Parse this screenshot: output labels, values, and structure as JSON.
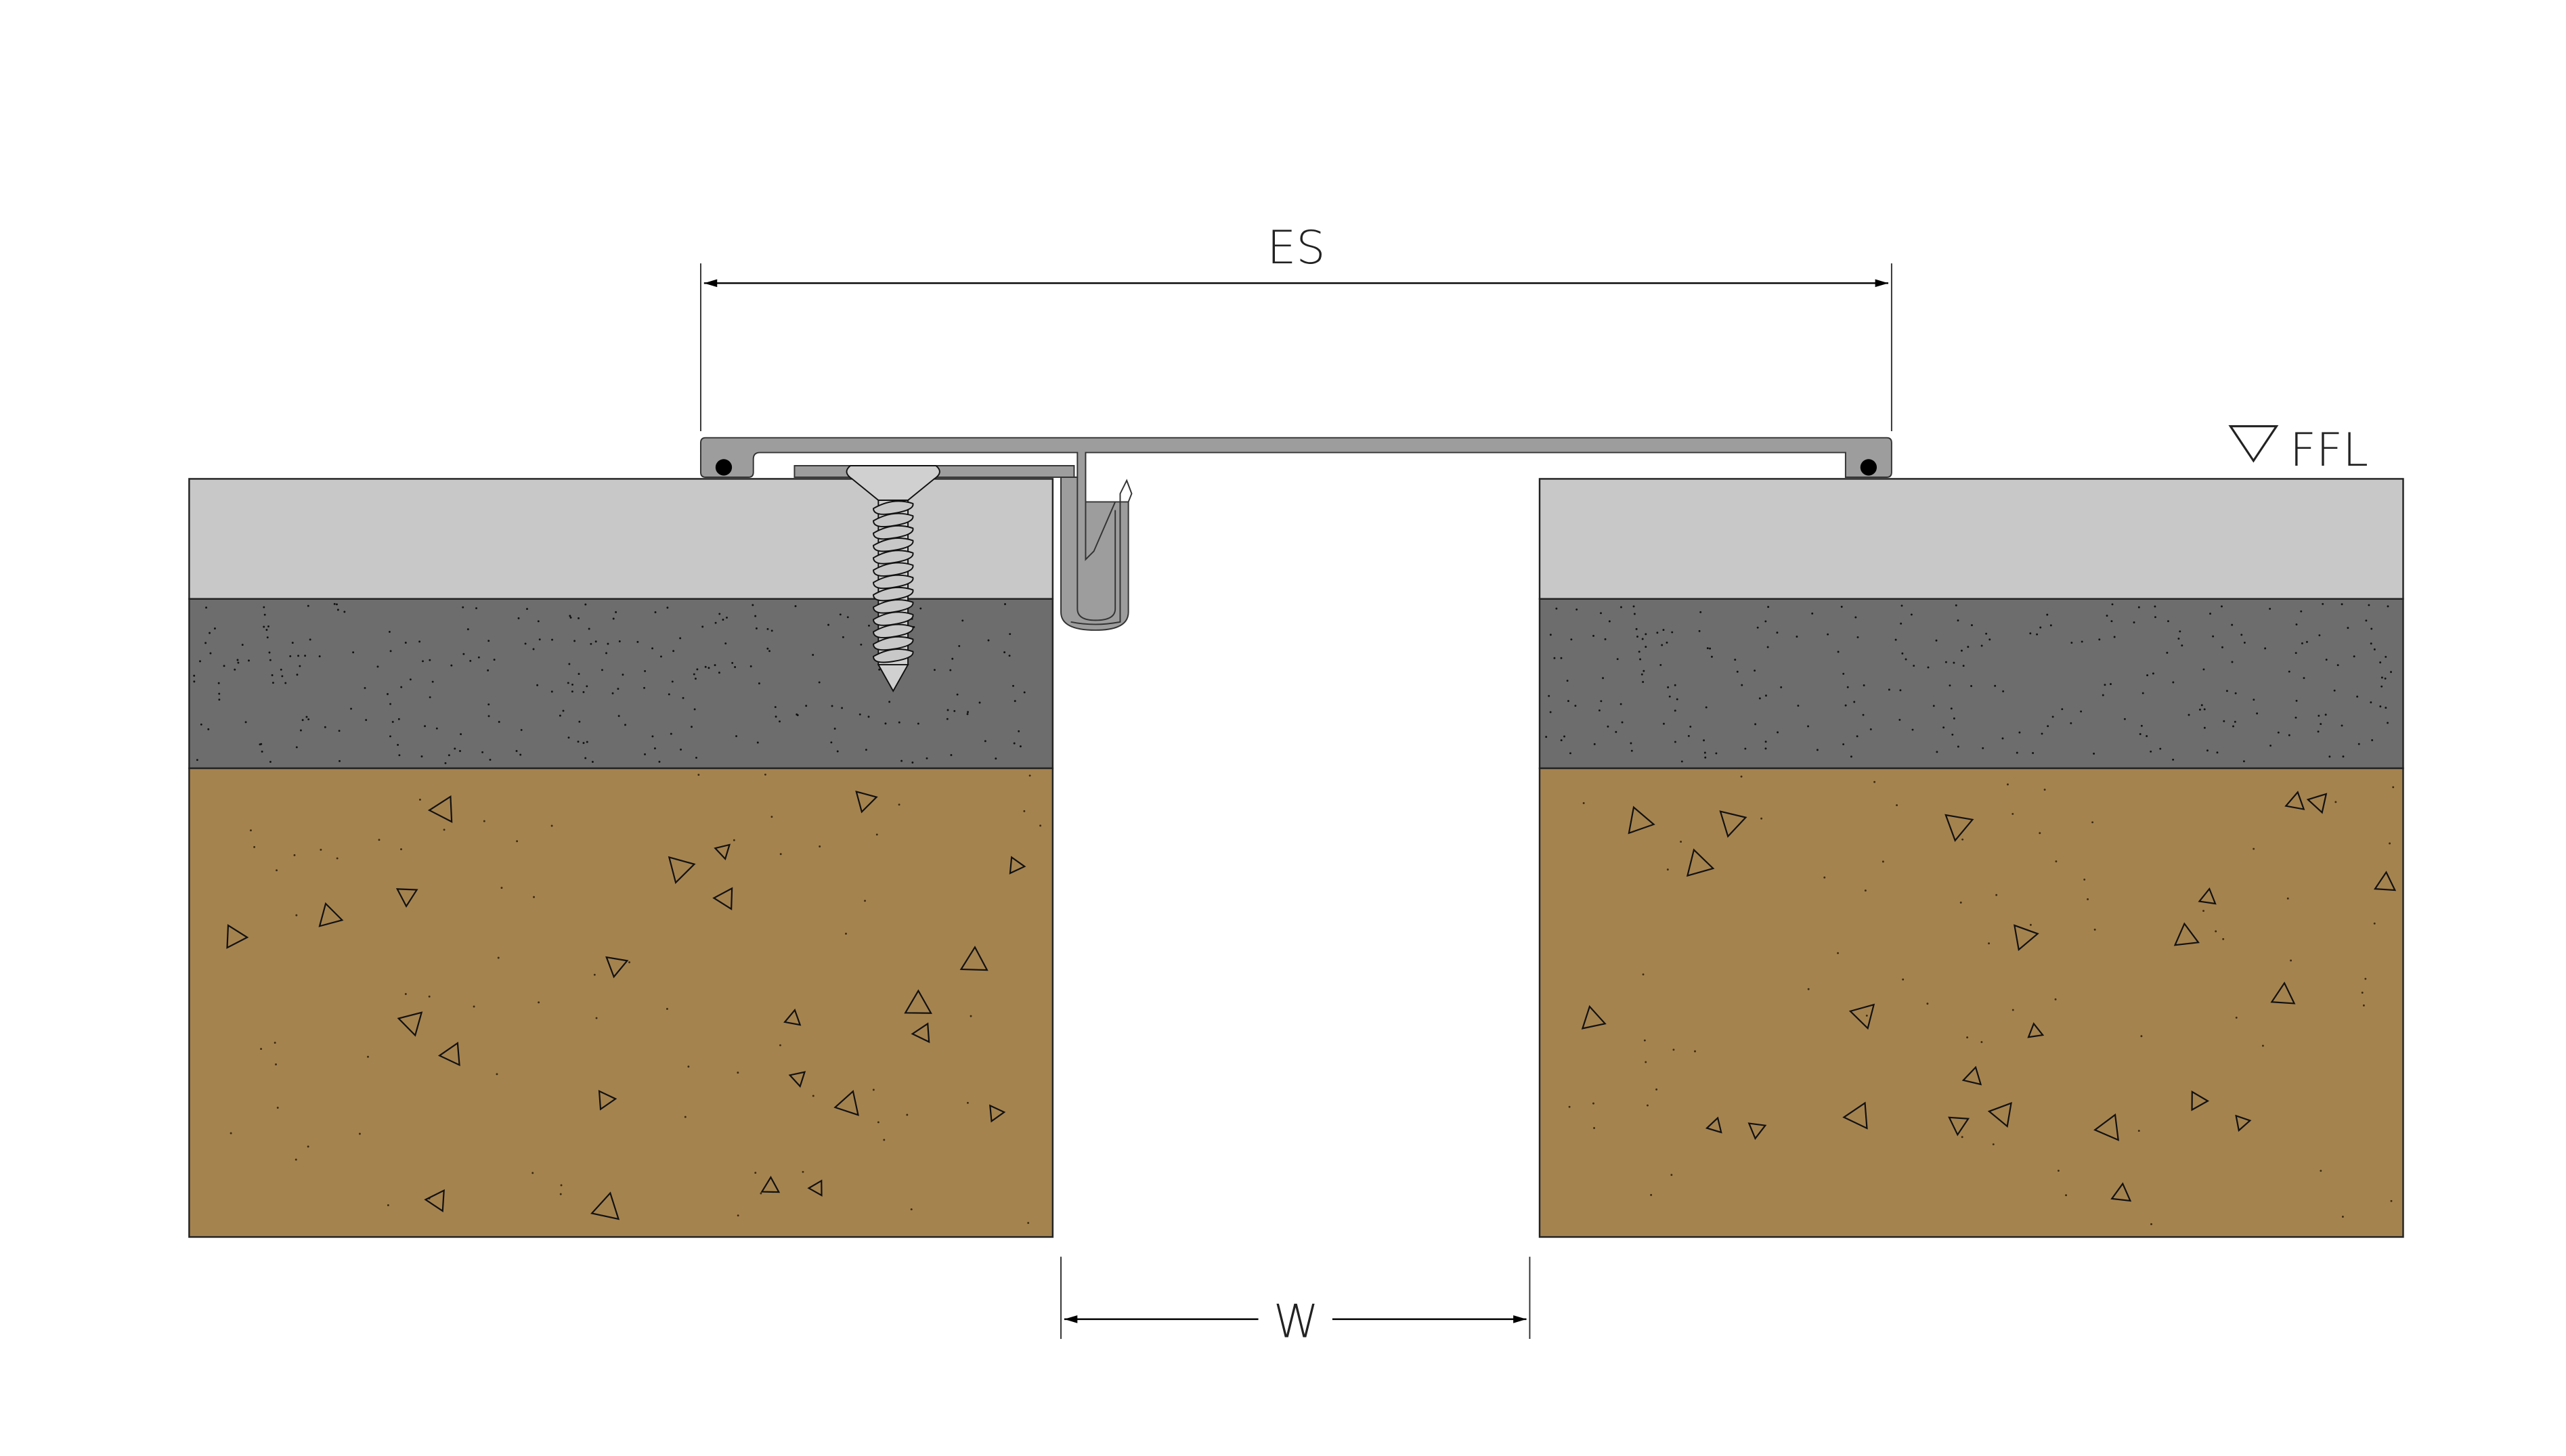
{
  "dimensions": {
    "expansion_label": "ES",
    "width_label": "W"
  },
  "level_marker": {
    "label": "FFL"
  },
  "colors": {
    "finish_layer": "#c8c8c8",
    "screed_layer": "#6d6d6d",
    "substrate_layer": "#a5834f",
    "profile": "#9d9d9d",
    "screw": "#d0d0d0"
  }
}
